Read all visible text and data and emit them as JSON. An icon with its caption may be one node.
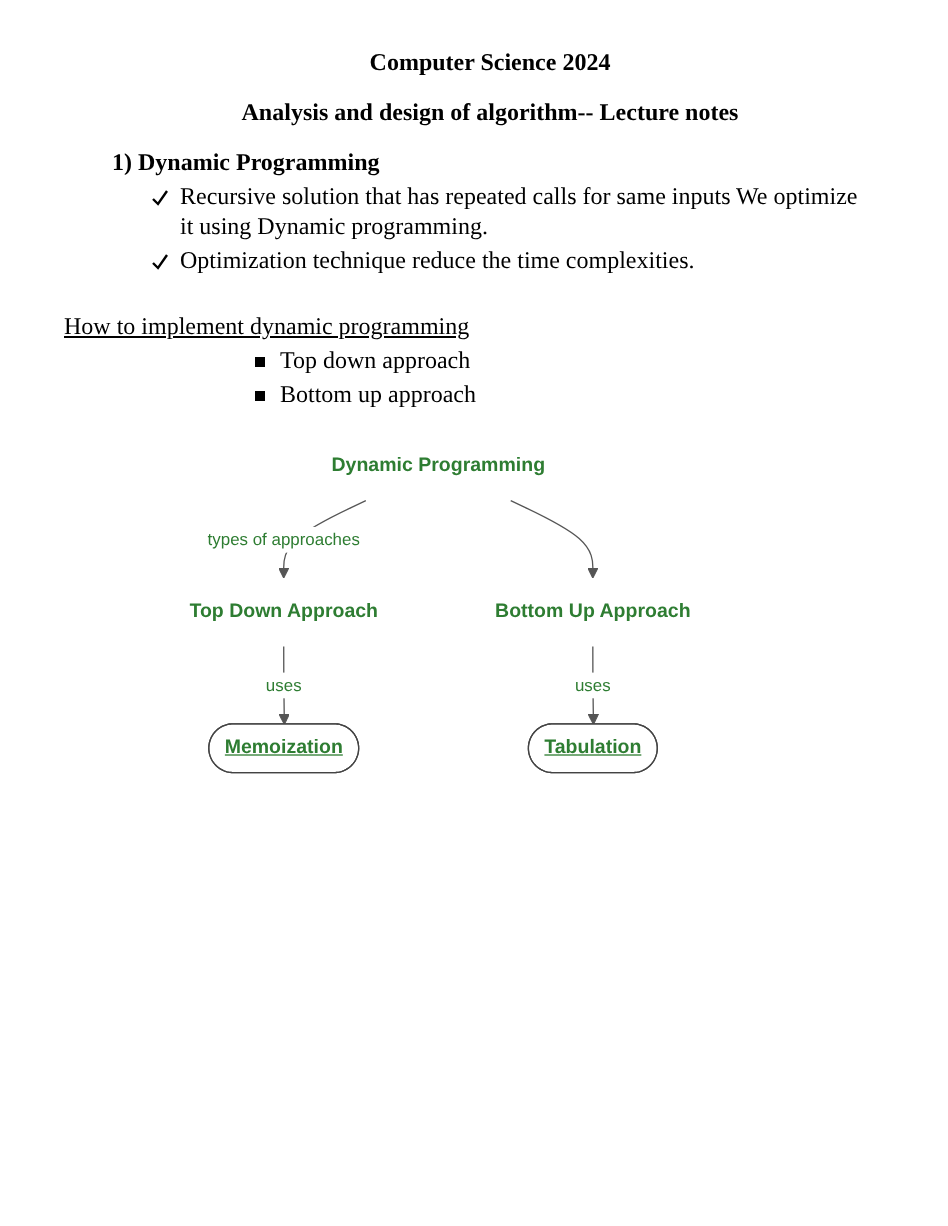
{
  "diagram": {
    "title": "Computer Science 2024",
    "nodes": [
      {
        "text": [
          "Dynamic Programming"
        ]
      },
      {
        "text": [
          "Top Down Approach"
        ]
      },
      {
        "text": [
          "Bottom Up Approach"
        ]
      },
      {
        "text": [
          "Memoization"
        ]
      },
      {
        "text": [
          "Tabulation"
        ]
      }
    ],
    "edges": [
      {
        "from": 0,
        "to": 1,
        "arrow": "to",
        "label": "types of approaches"
      },
      {
        "from": 0,
        "to": 2,
        "arrow": "to"
      },
      {
        "from": 1,
        "to": 3,
        "arrow": "to",
        "label": "uses"
      },
      {
        "from": 2,
        "to": 4,
        "arrow": "to",
        "label": "uses"
      }
    ],
    "labels": [
      "Analysis and design of algorithm-- Lecture notes",
      "1) Dynamic Programming",
      "Recursive solution that has repeated calls for same inputs We optimize it using Dynamic programming.",
      "Optimization technique reduce the time complexities.",
      "How to implement dynamic programming",
      "Top down approach",
      "Bottom up approach"
    ]
  }
}
